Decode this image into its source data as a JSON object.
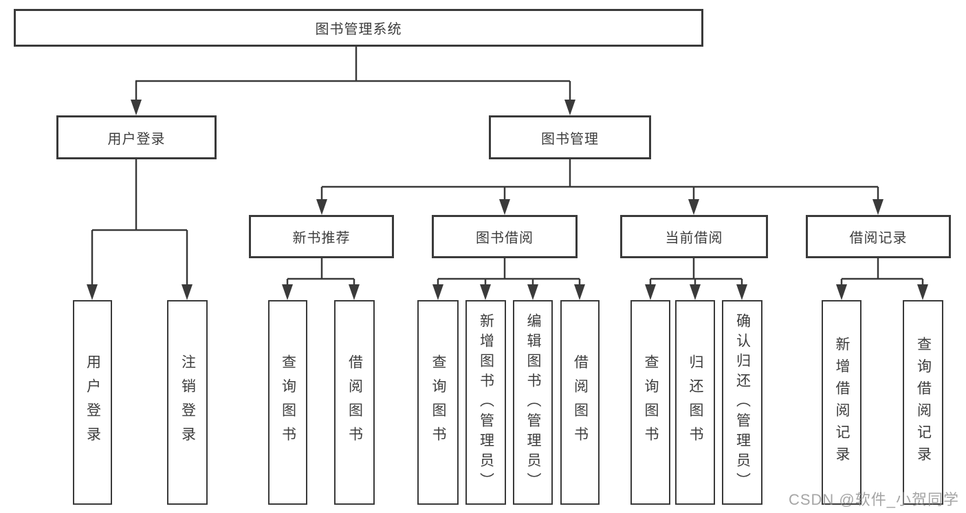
{
  "colors": {
    "line": "#3a3a3a",
    "box_border": "#3a3a3a",
    "text": "#3d3d3d",
    "background": "#ffffff",
    "watermark": "#8c8c8c"
  },
  "watermark": {
    "text": "CSDN @软件_小贺同学"
  },
  "tree": {
    "root": {
      "label": "图书管理系统",
      "children": [
        {
          "label": "用户登录",
          "children": [
            {
              "label": "用户登录"
            },
            {
              "label": "注销登录"
            }
          ]
        },
        {
          "label": "图书管理",
          "children": [
            {
              "label": "新书推荐",
              "children": [
                {
                  "label": "查询图书"
                },
                {
                  "label": "借阅图书"
                }
              ]
            },
            {
              "label": "图书借阅",
              "children": [
                {
                  "label": "查询图书"
                },
                {
                  "label": "新增图书（管理员）"
                },
                {
                  "label": "编辑图书（管理员）"
                },
                {
                  "label": "借阅图书"
                }
              ]
            },
            {
              "label": "当前借阅",
              "children": [
                {
                  "label": "查询图书"
                },
                {
                  "label": "归还图书"
                },
                {
                  "label": "确认归还（管理员）"
                }
              ]
            },
            {
              "label": "借阅记录",
              "children": [
                {
                  "label": "新增借阅记录"
                },
                {
                  "label": "查询借阅记录"
                }
              ]
            }
          ]
        }
      ]
    }
  }
}
